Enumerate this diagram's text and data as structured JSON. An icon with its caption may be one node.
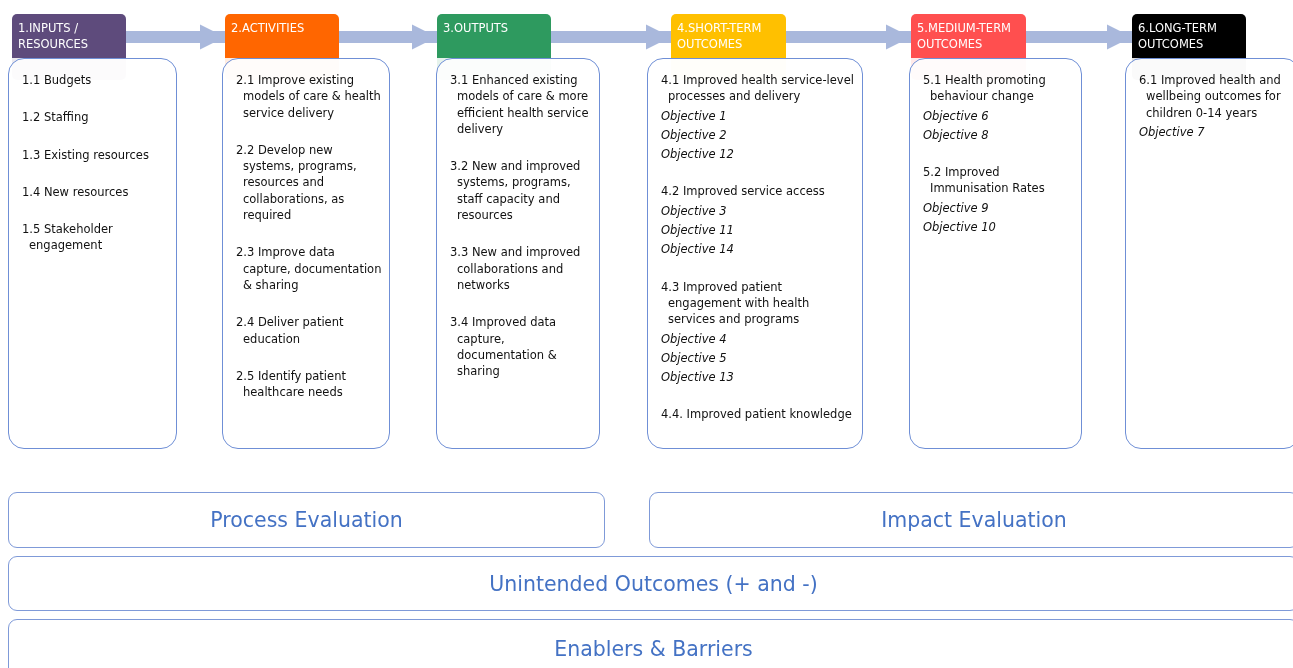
{
  "diagram": {
    "nodes": [
      {
        "text": [
          "1.INPUTS / RESOURCES"
        ]
      },
      {
        "text": [
          "2.ACTIVITIES"
        ]
      },
      {
        "text": [
          "3.OUTPUTS"
        ]
      },
      {
        "text": [
          "4.SHORT-TERM OUTCOMES"
        ]
      },
      {
        "text": [
          "5.MEDIUM-TERM OUTCOMES"
        ]
      },
      {
        "text": [
          "6.LONG-TERM OUTCOMES"
        ]
      },
      {
        "text": [
          "1.1 Budgets",
          "1.2 Staffing",
          "1.3 Existing resources",
          "1.4 New resources",
          "1.5 Stakeholder engagement"
        ]
      },
      {
        "text": [
          "2.1 Improve existing models of care & health service delivery",
          "2.2 Develop new systems, programs, resources and collaborations, as required",
          "2.3 Improve data capture, documentation & sharing",
          "2.4 Deliver patient education",
          "2.5 Identify patient healthcare needs"
        ]
      },
      {
        "text": [
          "3.1 Enhanced existing models of care & more efficient health service delivery",
          "3.2 New and improved systems, programs, staff capacity and resources",
          "3.3 New and improved collaborations and networks",
          "3.4 Improved data capture, documentation & sharing"
        ]
      },
      {
        "text": [
          "4.1 Improved health service-level processes and delivery",
          "Objective 1",
          "Objective 2",
          "Objective 12",
          "4.2 Improved service access",
          "Objective 3",
          "Objective 11",
          "Objective 14",
          "4.3 Improved patient engagement with health services and programs",
          "Objective 4",
          "Objective 5",
          "Objective 13",
          "4.4. Improved patient knowledge"
        ]
      },
      {
        "text": [
          "5.1 Health promoting behaviour change",
          "Objective 6",
          "Objective 8",
          "5.2 Improved Immunisation Rates",
          "Objective 9",
          "Objective 10"
        ]
      },
      {
        "text": [
          "6.1 Improved health and wellbeing outcomes for children 0-14 years",
          "Objective 7"
        ]
      },
      {
        "text": [
          "Process Evaluation"
        ]
      },
      {
        "text": [
          "Impact Evaluation"
        ]
      },
      {
        "text": [
          "Unintended Outcomes (+ and -)"
        ]
      },
      {
        "text": [
          "Enablers & Barriers"
        ]
      }
    ],
    "edges": [
      {
        "from": 0,
        "to": 1,
        "arrow": "to"
      },
      {
        "from": 1,
        "to": 2,
        "arrow": "to"
      },
      {
        "from": 2,
        "to": 3,
        "arrow": "to"
      },
      {
        "from": 3,
        "to": 4,
        "arrow": "to"
      },
      {
        "from": 4,
        "to": 5,
        "arrow": "to"
      }
    ]
  }
}
